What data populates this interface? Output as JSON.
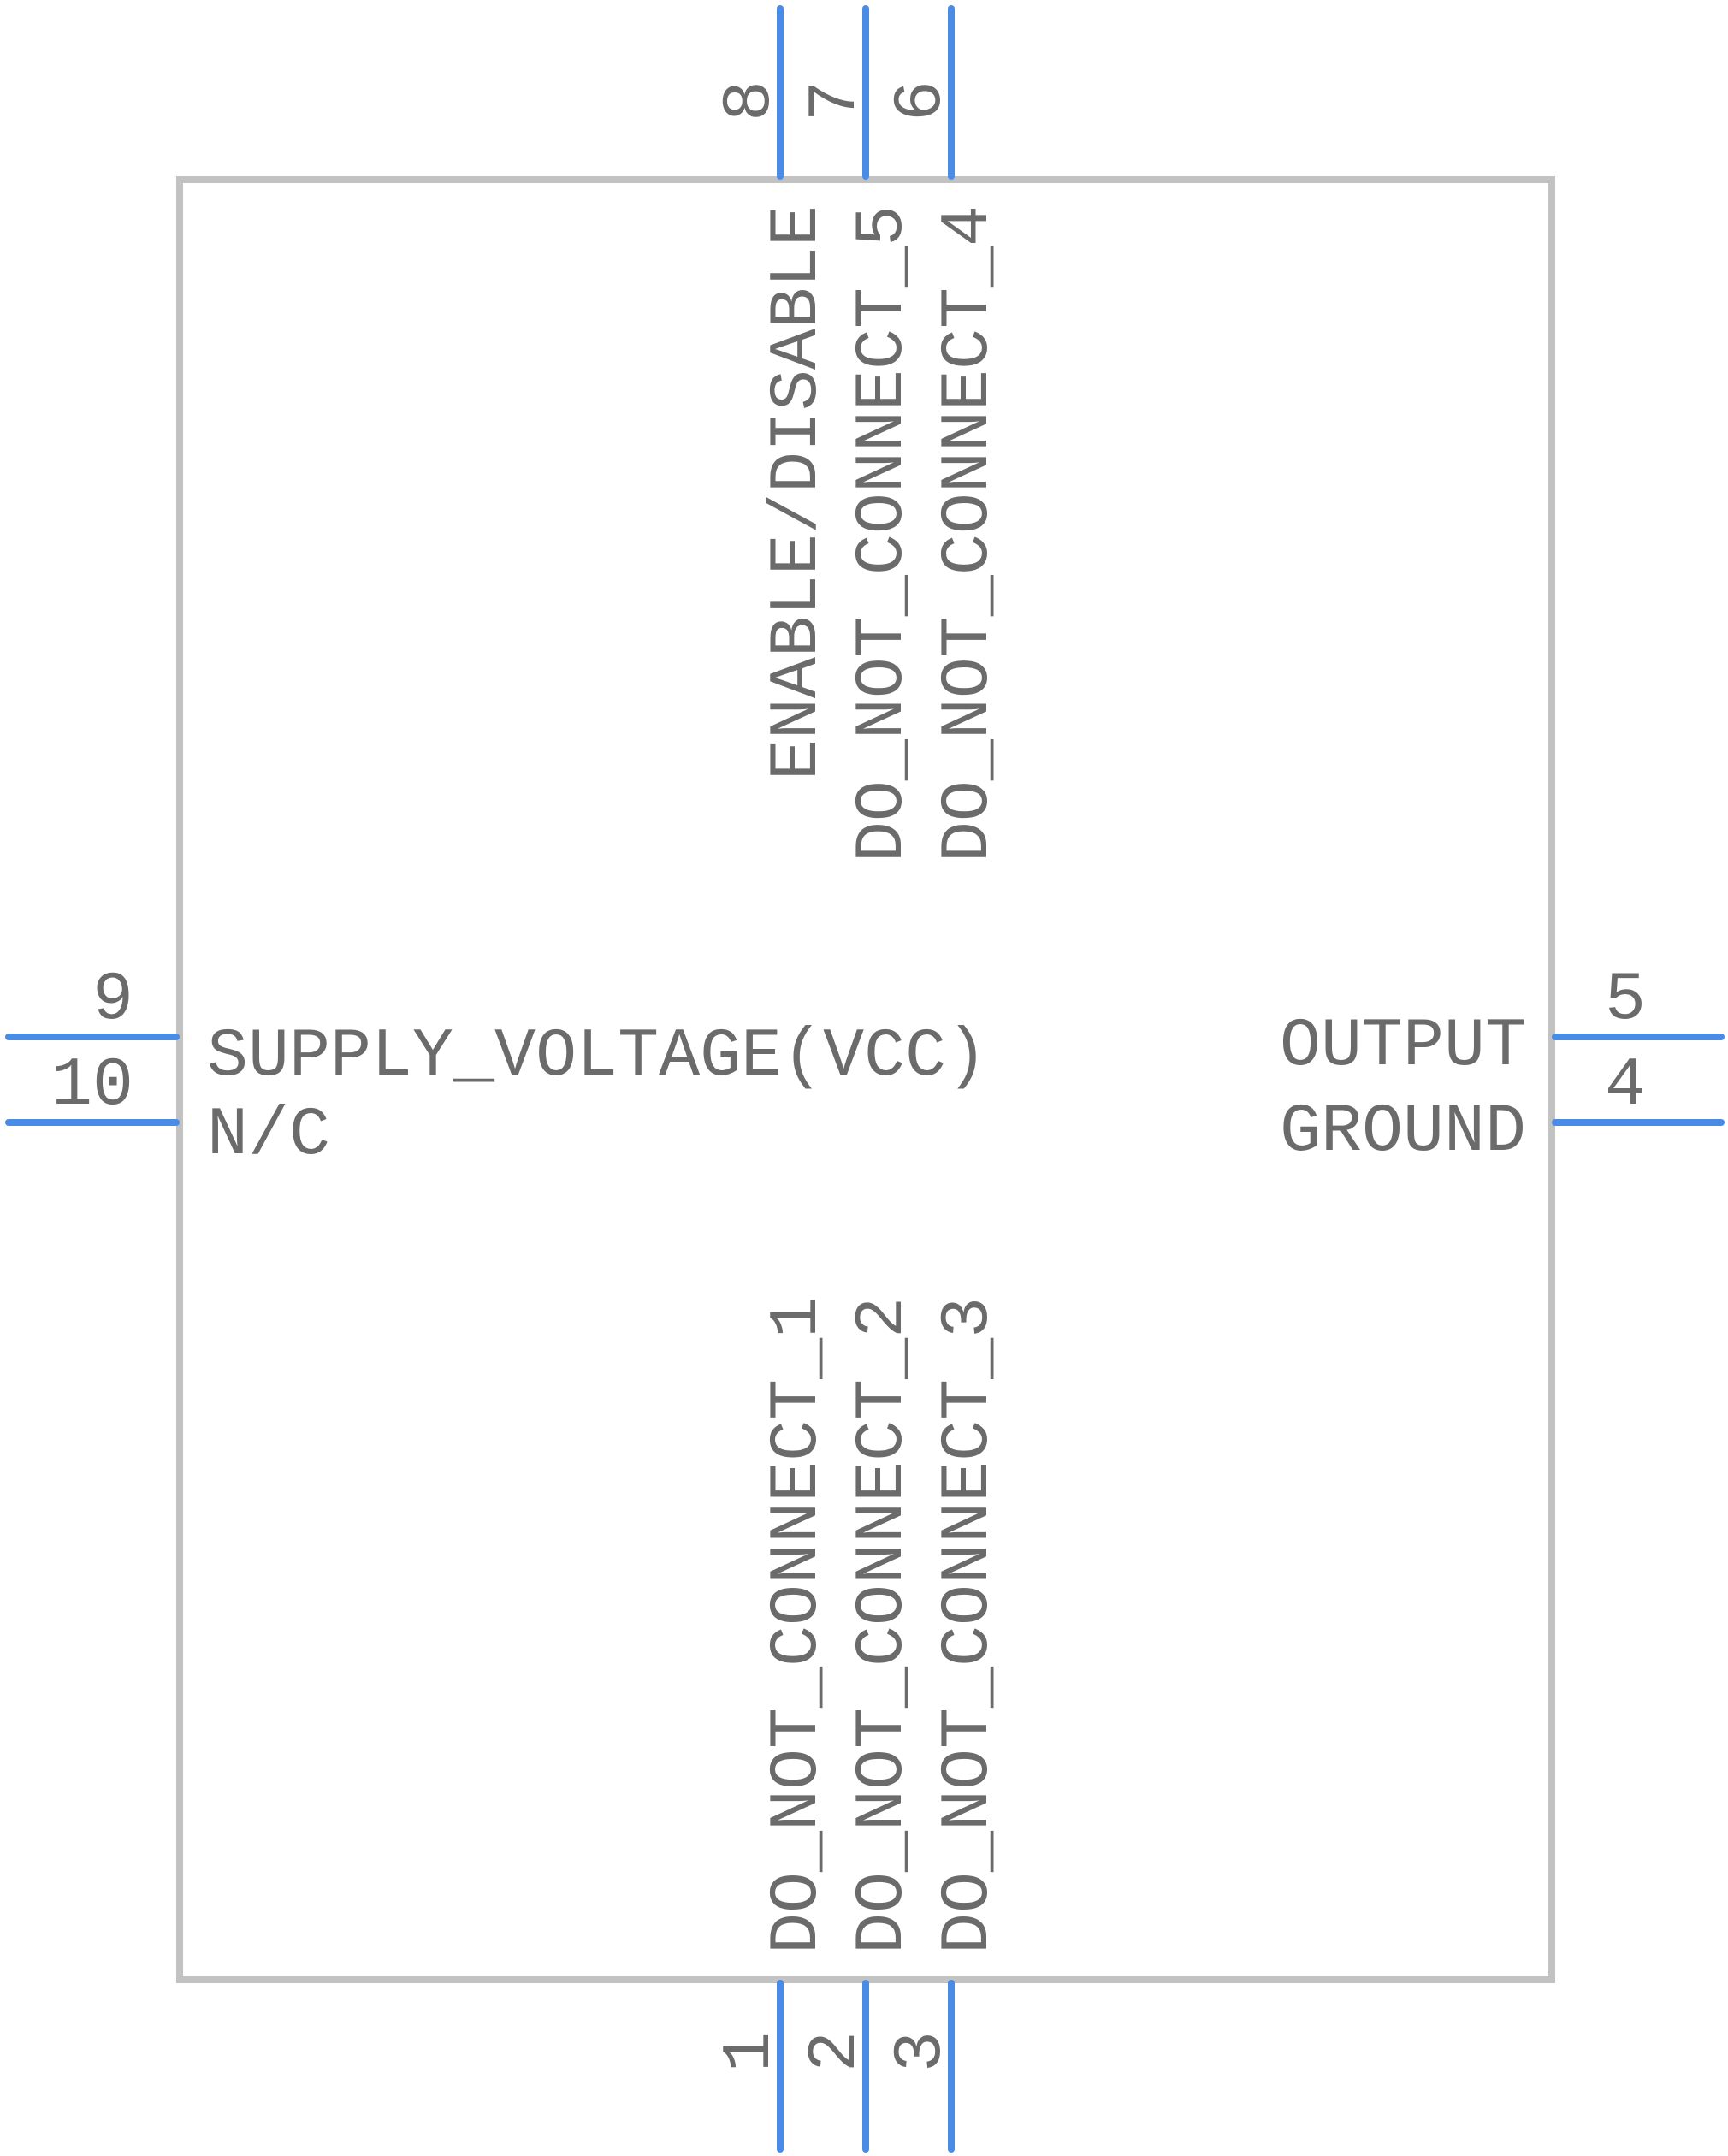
{
  "component": {
    "colors": {
      "pin": "#4a8be6",
      "outline": "#c2c2c2",
      "text": "#6b6b6b",
      "background": "#ffffff"
    },
    "pins": {
      "p1": {
        "number": "1",
        "name": "DO_NOT_CONNECT_1"
      },
      "p2": {
        "number": "2",
        "name": "DO_NOT_CONNECT_2"
      },
      "p3": {
        "number": "3",
        "name": "DO_NOT_CONNECT_3"
      },
      "p4": {
        "number": "4",
        "name": "GROUND"
      },
      "p5": {
        "number": "5",
        "name": "OUTPUT"
      },
      "p6": {
        "number": "6",
        "name": "DO_NOT_CONNECT_4"
      },
      "p7": {
        "number": "7",
        "name": "DO_NOT_CONNECT_5"
      },
      "p8": {
        "number": "8",
        "name": "ENABLE/DISABLE"
      },
      "p9": {
        "number": "9",
        "name": "SUPPLY_VOLTAGE(VCC)"
      },
      "p10": {
        "number": "10",
        "name": "N/C"
      }
    }
  }
}
